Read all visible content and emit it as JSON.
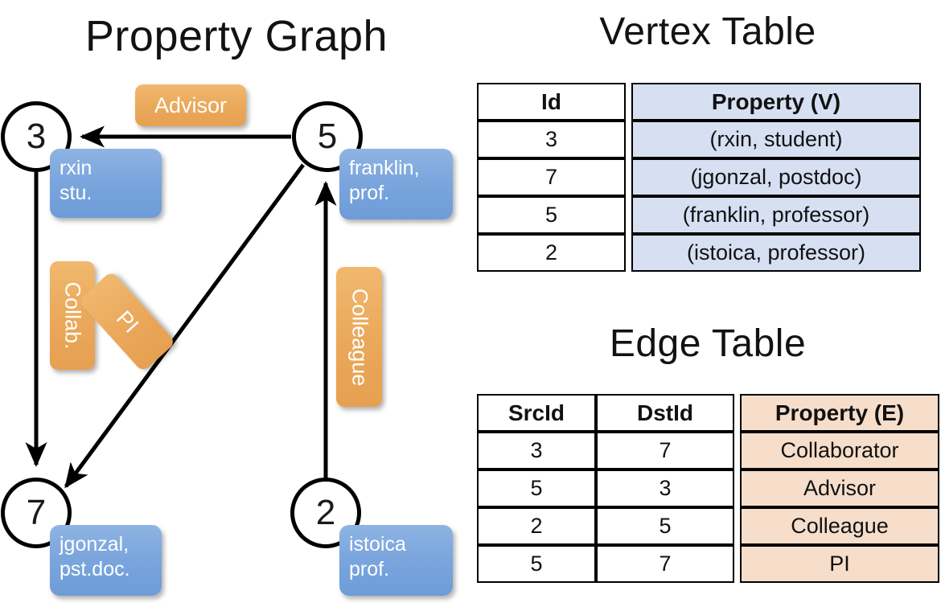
{
  "titles": {
    "property_graph": "Property Graph",
    "vertex_table": "Vertex Table",
    "edge_table": "Edge Table"
  },
  "graph": {
    "nodes": [
      {
        "id": "3",
        "label": "3",
        "prop_line1": "rxin",
        "prop_line2": "stu."
      },
      {
        "id": "5",
        "label": "5",
        "prop_line1": "franklin,",
        "prop_line2": "prof."
      },
      {
        "id": "7",
        "label": "7",
        "prop_line1": "jgonzal,",
        "prop_line2": "pst.doc."
      },
      {
        "id": "2",
        "label": "2",
        "prop_line1": "istoica",
        "prop_line2": "prof."
      }
    ],
    "edge_labels": [
      {
        "name": "advisor",
        "text": "Advisor"
      },
      {
        "name": "collab",
        "text": "Collab."
      },
      {
        "name": "pi",
        "text": "PI"
      },
      {
        "name": "colleague",
        "text": "Colleague"
      }
    ],
    "edges": [
      {
        "src": "5",
        "dst": "3",
        "label": "Advisor"
      },
      {
        "src": "3",
        "dst": "7",
        "label": "Collab."
      },
      {
        "src": "5",
        "dst": "7",
        "label": "PI"
      },
      {
        "src": "2",
        "dst": "5",
        "label": "Colleague"
      }
    ]
  },
  "vertex_table": {
    "headers": [
      "Id",
      "Property (V)"
    ],
    "rows": [
      {
        "id": "3",
        "property": "(rxin, student)"
      },
      {
        "id": "7",
        "property": "(jgonzal, postdoc)"
      },
      {
        "id": "5",
        "property": "(franklin, professor)"
      },
      {
        "id": "2",
        "property": "(istoica, professor)"
      }
    ]
  },
  "edge_table": {
    "headers": [
      "SrcId",
      "DstId",
      "Property (E)"
    ],
    "rows": [
      {
        "src": "3",
        "dst": "7",
        "property": "Collaborator"
      },
      {
        "src": "5",
        "dst": "3",
        "property": "Advisor"
      },
      {
        "src": "2",
        "dst": "5",
        "property": "Colleague"
      },
      {
        "src": "5",
        "dst": "7",
        "property": "PI"
      }
    ]
  },
  "colors": {
    "vertex_cell": "#d6e0f2",
    "edge_cell": "#f6decb",
    "vertex_box": "#7ba6dd",
    "edge_box": "#eaa85a",
    "stroke": "#000000"
  }
}
